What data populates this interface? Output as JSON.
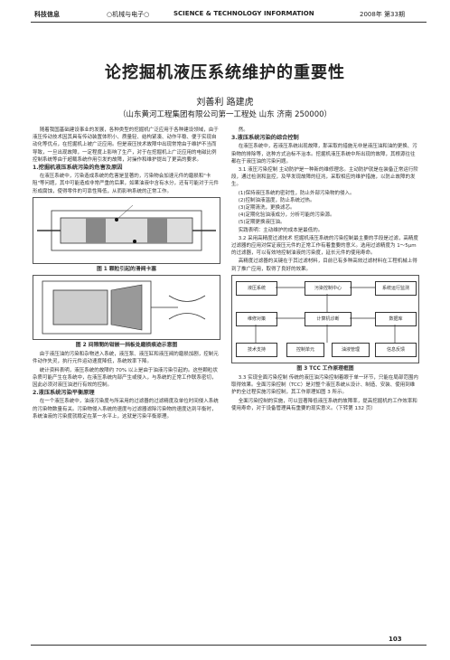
{
  "header": {
    "left": "科技信息",
    "mid1": "○机械与电子○",
    "mid2": "SCIENCE & TECHNOLOGY INFORMATION",
    "right": "2008年 第33期"
  },
  "title": "论挖掘机液压系统维护的重要性",
  "authors": "刘善利    路建虎",
  "affiliation": "（山东黄河工程集团有限公司第一工程处    山东    济南    250000）",
  "left_col": {
    "p1": "随着我国基础建设事业的发展，各种类型的挖掘机广泛应用于各种建设领域，由于液压传动技术因其具有传动装置体积小、质量轻、结构紧凑、动作平稳、便于实现自动化等优点，在挖掘机上被广泛应用。但是液压技术故障中出现常常由于维护不当而导致，一旦出现故障，一定程度上影响了生产，对于在挖掘机上广泛应用的电磁比例控制系统等由于超载系统作用引发的故障，对操作和维护提出了更高的要求。",
    "h1": "1.挖掘机液压系统污染的危害及原因",
    "p2": "在液压系统中，污染造成系统的危害是显著的，污染物会加速元件的磨损和\"卡阻\"等问题，其中可能造成非常严重的后果，如果油液中含有水分，还有可能对于元件形成腐蚀，使得零件的可靠性降低，从而影响系统的正常工作。",
    "fig1_caption": "图 1   颗粒引起的滑阀卡塞",
    "fig2_caption": "图 2   间隙間的钳嵌一挡板处磨损痕迹示意图",
    "p3": "由于液压油的污染和杂物进入系统，液压泵、液压缸和液压阀的磨损加剧，控制元件动作失灵，执行元件运动速度降低，系统效率下降。",
    "p4": "统计资料表明，液压系统的故障约 70% 以上是由于油液污染引起的。这些颗粒状杂质可能产生在系统中，在液压系统内部产生或侵入，与系统的正常工作联系密切，因此必须对液压油进行有效的控制。",
    "h2": "2.液压系统污染平衡原理",
    "p5": "在一个液压系统中，油液污染度与所采用的过滤器的过滤精度及单位时间侵入系统的污染物数量有关。污染物侵入系统的速度与过滤器滤除污染物的速度达到平衡时，系统油液的污染度就稳定在某一水平上，这就是污染平衡原理。"
  },
  "right_col": {
    "p0": "然。",
    "h3": "3.液压系统污染的综合控制",
    "p1": "在液压系统中，若液压系统出现故障，那采取的措施无非是液压油和油的更换、污染物的排除等，这种方式治标不治本。挖掘机液压系统中所出现的故障，其根源往往都在于液压油的污染问题。",
    "p2": "3.1 液压污染控制    主动防护是一种新的维修理念。主动防护就是在装备正常运行阶段，通过检测和监控，及早发现故障的征兆，采取相应的维护措施，以防止故障的发生。",
    "list": [
      "(1)保持液压系统的密封性，防止外部污染物的侵入。",
      "(2)控制油液温度，防止系统过热。",
      "(3)定期清洗，更换滤芯。",
      "(4)定期化验油液成分，分析可能的污染源。",
      "(5)定期更换液压油。"
    ],
    "p3": "实践表明：主动维护的成本是最低的。",
    "p4": "3.2 采用高精度过滤技术    挖掘机液压系统的污染控制最主要的手段是过滤，高精度过滤器的应用对保证液压元件的正常工作有着重要的意义。选用过滤精度为 1～5μm 的过滤器，可以有效地控制油液的污染度，延长元件的使用寿命。",
    "p5": "高精度过滤器的关键在于其过滤材料，目前已有多种高效过滤材料在工程机械上得到了推广应用，取得了良好的效果。",
    "fig3_caption": "图 3   TCC 工作原理框图",
    "fig3_boxes": [
      "液压系统",
      "污染控制中心",
      "系统运行监测",
      "维修对策",
      "计算机诊断",
      "数据库",
      "技术支持",
      "控制单元",
      "油液管理",
      "信息反馈"
    ],
    "p6": "3.3 实现全面污染控制    传统的液压油污染控制着眼于单一环节，只能在局部范围内取得效果。全面污染控制（TCC）是对整个液压系统从设计、制造、安装、使用到维护的全过程实施污染控制，其工作原理如图 3 所示。",
    "p7": "全面污染控制的实施，可以显著降低液压系统的故障率，提高挖掘机的工作效率和使用寿命，对于设备管理具有重要的现实意义。（下转第 132 页）"
  },
  "page_number": "103"
}
